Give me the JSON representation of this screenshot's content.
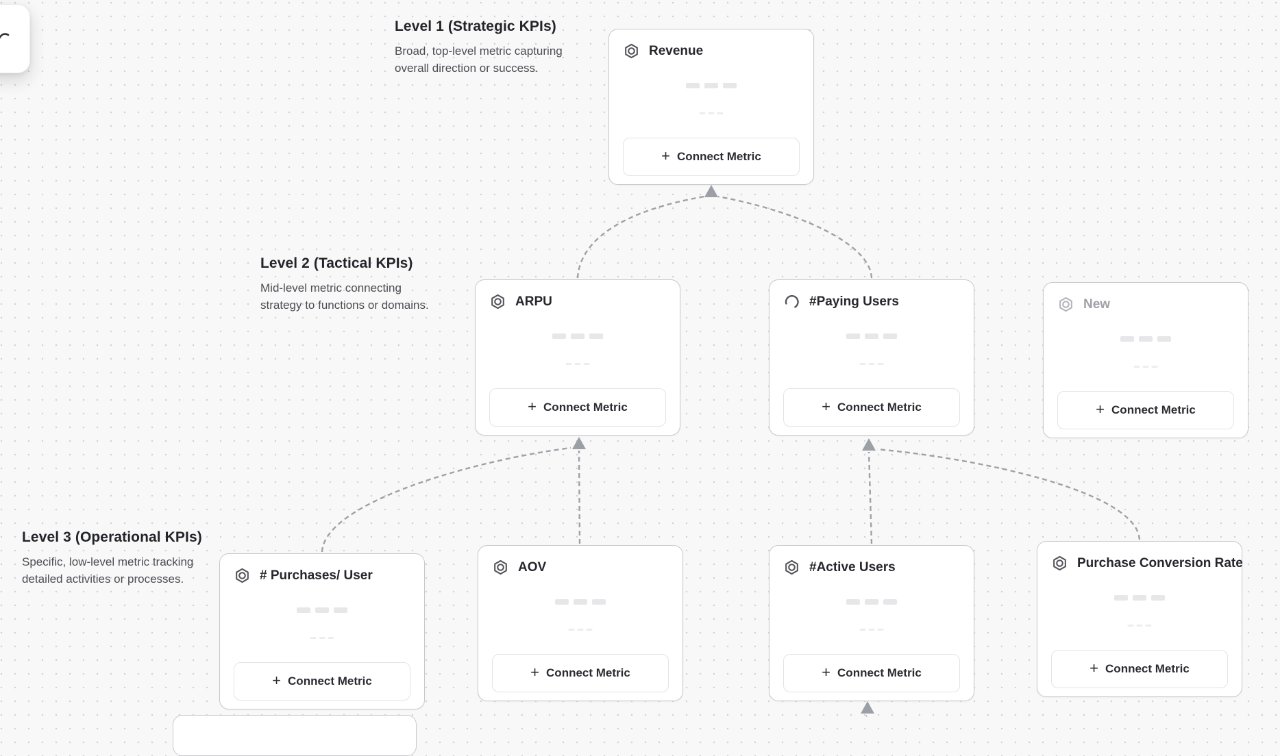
{
  "levels": [
    {
      "title": "Level 1 (Strategic KPIs)",
      "description": "Broad, top-level metric capturing overall direction or success."
    },
    {
      "title": "Level 2 (Tactical KPIs)",
      "description": "Mid-level metric connecting strategy to functions or domains."
    },
    {
      "title": "Level 3 (Operational KPIs)",
      "description": "Specific, low-level metric tracking detailed activities or processes."
    }
  ],
  "cards": [
    {
      "title": "Revenue",
      "icon": "metric-hexagon",
      "state": "default"
    },
    {
      "title": "ARPU",
      "icon": "metric-hexagon",
      "state": "default"
    },
    {
      "title": "#Paying Users",
      "icon": "spinner",
      "state": "loading"
    },
    {
      "title": "New",
      "icon": "metric-hexagon",
      "state": "placeholder"
    },
    {
      "title": "# Purchases/ User",
      "icon": "metric-hexagon",
      "state": "default"
    },
    {
      "title": "AOV",
      "icon": "metric-hexagon",
      "state": "default"
    },
    {
      "title": "#Active Users",
      "icon": "metric-hexagon",
      "state": "default"
    },
    {
      "title": "Purchase Conversion Rate",
      "icon": "metric-hexagon",
      "state": "default"
    }
  ],
  "connect_metric": {
    "plus": "+",
    "label": "Connect Metric"
  },
  "colors": {
    "background": "#f8f8f8",
    "dot_grid": "#d2d2d6",
    "card_border": "#c9c9cd",
    "connector": "#9fa1a8",
    "arrowhead": "#9aa0a6",
    "title_text": "#26272c",
    "muted_title_text": "#a0a1a8",
    "skeleton": "#e7e7ea"
  }
}
